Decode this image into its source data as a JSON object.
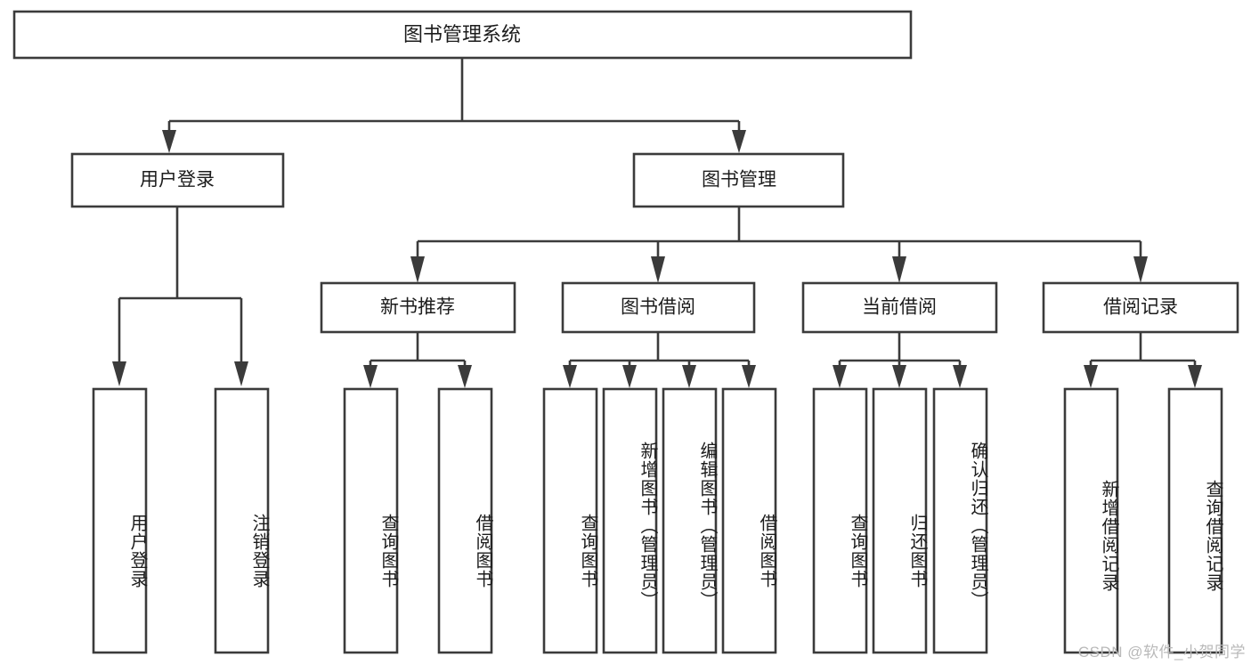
{
  "diagram": {
    "type": "tree-hierarchy-chart",
    "title": "图书管理系统",
    "watermark": "CSDN @软件_小贺同学",
    "colors": {
      "box_stroke": "#3b3b3b",
      "box_fill": "#ffffff",
      "connector": "#3b3b3b",
      "text": "#1c1c1c",
      "watermark": "#b9b9b9",
      "background": "#ffffff"
    },
    "levels": {
      "level0": {
        "label": "图书管理系统"
      },
      "level1": [
        {
          "label": "用户登录"
        },
        {
          "label": "图书管理"
        }
      ],
      "level2": [
        {
          "label": "新书推荐",
          "parent": "图书管理"
        },
        {
          "label": "图书借阅",
          "parent": "图书管理"
        },
        {
          "label": "当前借阅",
          "parent": "图书管理"
        },
        {
          "label": "借阅记录",
          "parent": "图书管理"
        }
      ],
      "level3": {
        "用户登录": [
          "用户登录",
          "注销登录"
        ],
        "新书推荐": [
          "查询图书",
          "借阅图书"
        ],
        "图书借阅": [
          "查询图书",
          "新增图书（管理员）",
          "编辑图书（管理员）",
          "借阅图书"
        ],
        "当前借阅": [
          "查询图书",
          "归还图书",
          "确认归还（管理员）"
        ],
        "借阅记录": [
          "新增借阅记录",
          "查询借阅记录"
        ]
      }
    },
    "leaf_labels": {
      "user_login": "用户登录",
      "user_logout": "注销登录",
      "new_query_book": "查询图书",
      "new_borrow_book": "借阅图书",
      "borrow_query_book": "查询图书",
      "borrow_add_book": "新增图书（管理员）",
      "borrow_edit_book": "编辑图书（管理员）",
      "borrow_borrow_book": "借阅图书",
      "current_query_book": "查询图书",
      "current_return_book": "归还图书",
      "current_confirm_return": "确认归还（管理员）",
      "record_add": "新增借阅记录",
      "record_query": "查询借阅记录"
    }
  }
}
